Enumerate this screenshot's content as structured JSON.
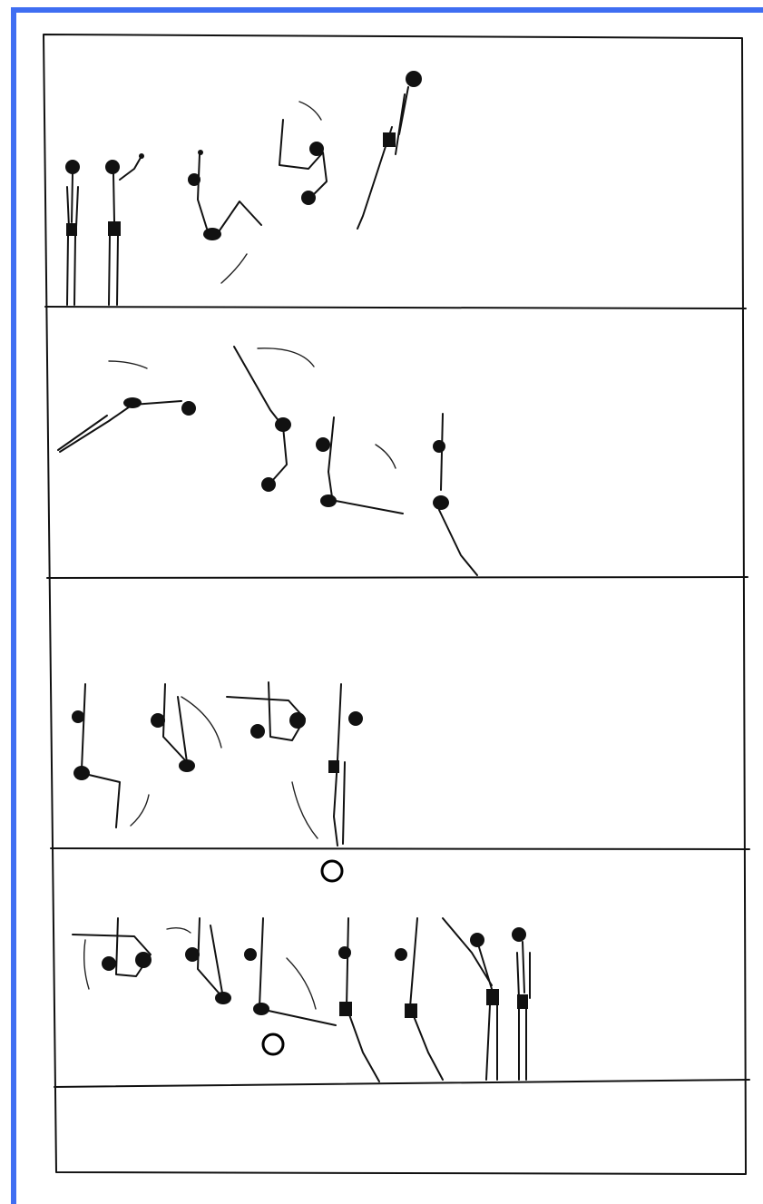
{
  "colors": {
    "frame_accent": "#3f6ef2",
    "ink": "#111111",
    "paper": "#ffffff"
  },
  "illustration": {
    "panel_count": 5,
    "sequences": [
      {
        "row": 1,
        "figures": 5,
        "arrows": 2
      },
      {
        "row": 2,
        "figures": 4,
        "arrows": 3
      },
      {
        "row": 3,
        "figures": 4,
        "arrows": 3
      },
      {
        "row": 4,
        "figures": 7,
        "arrows": 3
      },
      {
        "row": 5,
        "figures": 0,
        "arrows": 0
      }
    ],
    "circle_marks": 2
  }
}
